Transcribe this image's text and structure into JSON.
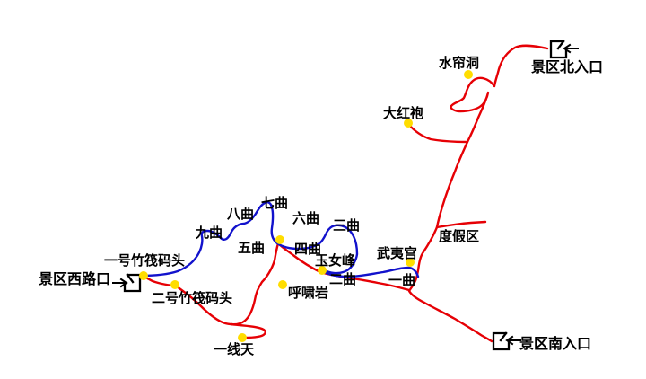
{
  "map": {
    "colors": {
      "road": "#e60005",
      "river": "#1212cc",
      "marker": "#ffdd00",
      "label": "#000000",
      "background": "#ffffff"
    },
    "entrances": {
      "north": "景区北入口",
      "south": "景区南入口",
      "west": "景区西路口"
    },
    "sites": {
      "shuiliandong": "水帘洞",
      "dahongpao": "大红袍",
      "dujiaqu": "度假区",
      "wuyigong": "武夷宫",
      "yunvfeng": "玉女峰",
      "huxiaoyan": "呼啸岩",
      "yixiantian": "一线天",
      "wharf1": "一号竹筏码头",
      "wharf2": "二号竹筏码头"
    },
    "bends": {
      "qu1": "一曲",
      "qu2": "二曲",
      "qu3": "三曲",
      "qu4": "四曲",
      "qu5": "五曲",
      "qu6": "六曲",
      "qu7": "七曲",
      "qu8": "八曲",
      "qu9": "九曲"
    }
  }
}
